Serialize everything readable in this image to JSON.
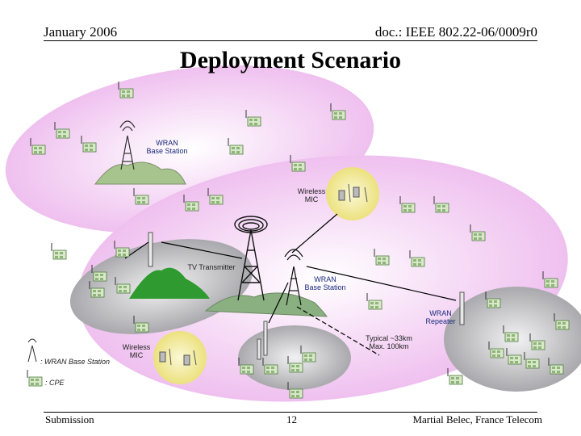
{
  "header": {
    "date": "January 2006",
    "doc_id": "doc.: IEEE 802.22-06/0009r0"
  },
  "title": "Deployment Scenario",
  "footer": {
    "left": "Submission",
    "page": "12",
    "author": "Martial Belec, France Telecom"
  },
  "diagram": {
    "label_wran_bs_1": "WRAN\nBase Station",
    "label_wireless_mic_1": "Wireless\nMIC",
    "label_tv_transmitter": "TV Transmitter",
    "label_wran_bs_2": "WRAN\nBase Station",
    "label_wran_repeater": "WRAN\nRepeater",
    "label_typical": "Typical ~33km\nMax. 100km",
    "label_wireless_mic_2": "Wireless\nMIC",
    "legend_bs": ": WRAN Base Station",
    "legend_cpe": ": CPE"
  },
  "colors": {
    "cell": "#f2c8f2",
    "mic_zone": "#f4efa4",
    "gray_zone": "#b9b9bd",
    "navy_text": "#1a2a7a"
  }
}
